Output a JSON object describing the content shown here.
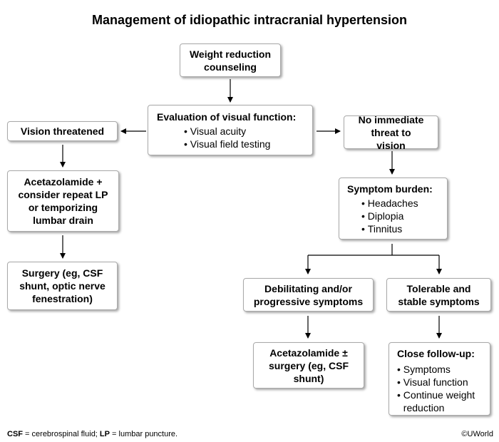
{
  "title": "Management of idiopathic intracranial hypertension",
  "nodes": {
    "weight": "Weight reduction counseling",
    "evaluation": {
      "heading": "Evaluation of visual function:",
      "items": [
        "Visual acuity",
        "Visual field testing"
      ]
    },
    "threatened": "Vision threatened",
    "no_threat": "No immediate threat to vision",
    "acetazolamide_lp": "Acetazolamide + consider repeat LP or temporizing lumbar drain",
    "surgery": "Surgery (eg, CSF shunt, optic nerve fenestration)",
    "symptom_burden": {
      "heading": "Symptom burden:",
      "items": [
        "Headaches",
        "Diplopia",
        "Tinnitus"
      ]
    },
    "debilitating": "Debilitating and/or progressive symptoms",
    "tolerable": "Tolerable and stable symptoms",
    "acetazolamide_surgery": "Acetazolamide ± surgery (eg, CSF shunt)",
    "follow_up": {
      "heading": "Close follow-up:",
      "items": [
        "Symptoms",
        "Visual function",
        "Continue weight reduction"
      ]
    }
  },
  "footnote": {
    "csf_abbr": "CSF",
    "csf_def": " = cerebrospinal fluid; ",
    "lp_abbr": "LP",
    "lp_def": " = lumbar puncture."
  },
  "brand": "©UWorld"
}
